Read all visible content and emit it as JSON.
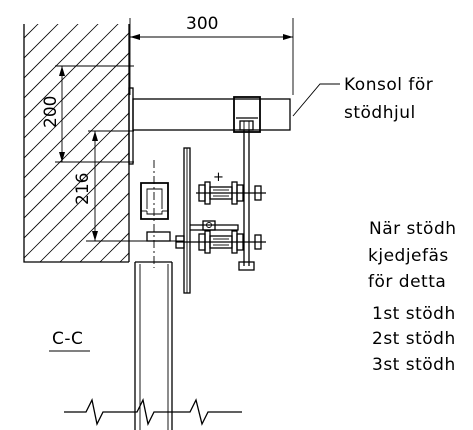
{
  "dimensions": {
    "width_dim": "300",
    "height_dim_1": "200",
    "height_dim_2": "216"
  },
  "labels": {
    "callout_line1": "Konsol för",
    "callout_line2": "stödhjul",
    "section": "C-C",
    "plus_mark": "+"
  },
  "notes": {
    "line1": "När stödh",
    "line2": "kjedjefäs",
    "line3": "för detta",
    "list": [
      "1st stödh",
      "2st stödh",
      "3st stödh"
    ]
  }
}
